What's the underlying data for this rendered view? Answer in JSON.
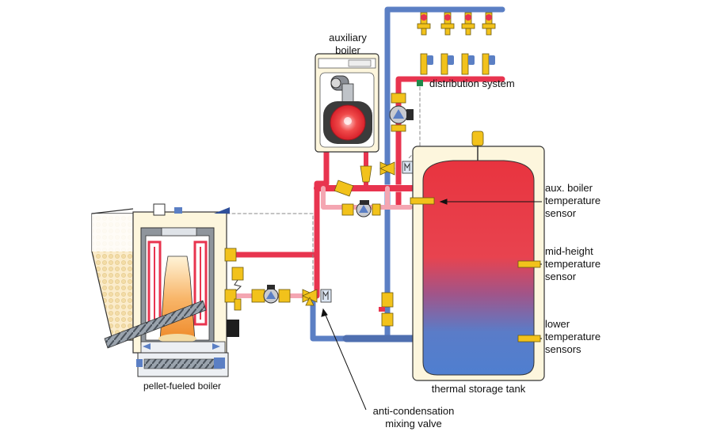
{
  "labels": {
    "aux_boiler": [
      "auxiliary",
      "boiler"
    ],
    "distribution": "distribution system",
    "aux_sensor": [
      "aux. boiler",
      "temperature",
      "sensor"
    ],
    "mid_sensor": [
      "mid-height",
      "temperature",
      "sensor"
    ],
    "lower_sensor": [
      "lower",
      "temperature",
      "sensors"
    ],
    "tank": "thermal storage tank",
    "pellet_boiler": "pellet-fueled boiler",
    "mixing_valve": [
      "anti-condensation",
      "mixing valve"
    ]
  },
  "colors": {
    "hot_pipe": "#e8344f",
    "cool_pipe": "#5b7fc4",
    "pale_pipe": "#f4a6b2",
    "tank_top": "#e8343f",
    "tank_bottom": "#4f7fd0",
    "cabinet": "#fdf6dd",
    "brass": "#f2c21b"
  }
}
